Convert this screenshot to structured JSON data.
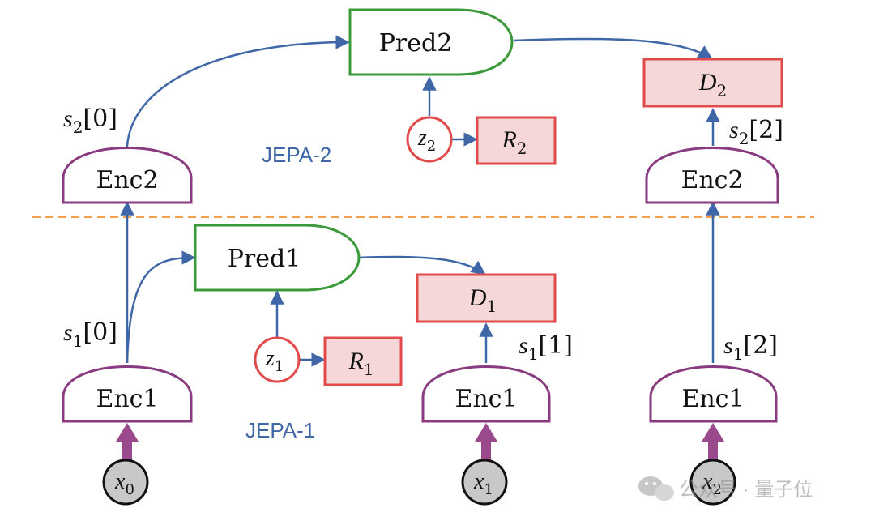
{
  "labels": {
    "jepa2": "JEPA-2",
    "jepa1": "JEPA-1"
  },
  "nodes": {
    "pred2": "Pred2",
    "pred1": "Pred1",
    "enc2_left": "Enc2",
    "enc2_right": "Enc2",
    "enc1_left": "Enc1",
    "enc1_mid": "Enc1",
    "enc1_right": "Enc1"
  },
  "math": {
    "D2": {
      "base": "D",
      "sub": "2"
    },
    "R2": {
      "base": "R",
      "sub": "2"
    },
    "z2": {
      "base": "z",
      "sub": "2"
    },
    "D1": {
      "base": "D",
      "sub": "1"
    },
    "R1": {
      "base": "R",
      "sub": "1"
    },
    "z1": {
      "base": "z",
      "sub": "1"
    },
    "x0": {
      "base": "x",
      "sub": "0"
    },
    "x1": {
      "base": "x",
      "sub": "1"
    },
    "x2": {
      "base": "x",
      "sub": "2"
    },
    "s2_0": {
      "base": "s",
      "sub": "2",
      "idx": "[0]"
    },
    "s2_2": {
      "base": "s",
      "sub": "2",
      "idx": "[2]"
    },
    "s1_0": {
      "base": "s",
      "sub": "1",
      "idx": "[0]"
    },
    "s1_1": {
      "base": "s",
      "sub": "1",
      "idx": "[1]"
    },
    "s1_2": {
      "base": "s",
      "sub": "1",
      "idx": "[2]"
    }
  },
  "watermark": {
    "text": "公众号 · 量子位"
  },
  "colors": {
    "arrow": "#3f67a8",
    "encoder": "#8a3a80",
    "predictor": "#3a9a3a",
    "loss_fill": "#f6d7d7",
    "loss_border": "#e24b4b",
    "latent_border": "#e24b4b",
    "input_fill": "#c8c8c8",
    "input_arrow": "#9a4a8c",
    "divider": "#f0a050",
    "label_text": "#3f67a8"
  }
}
